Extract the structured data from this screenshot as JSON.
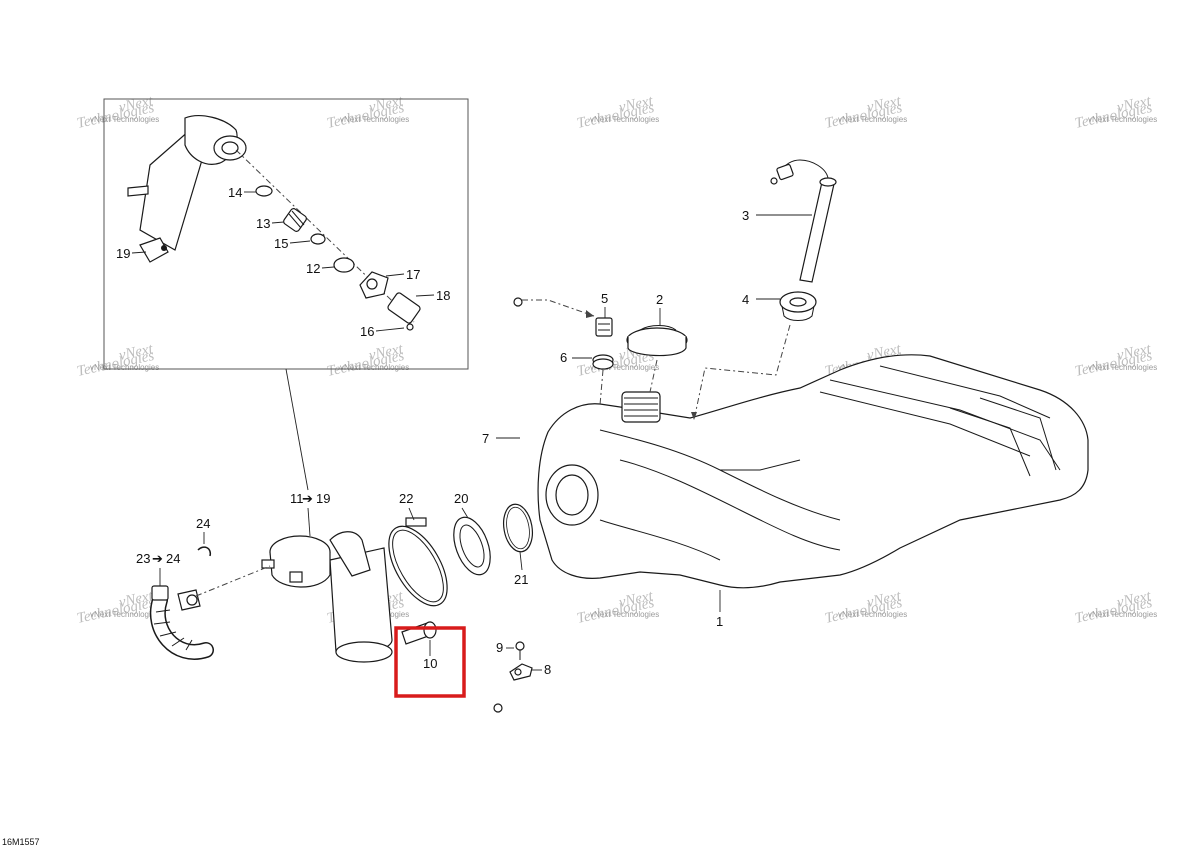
{
  "diagram": {
    "reference_code": "16M1557",
    "watermark_text_line1": "vNext",
    "watermark_text_line2": "Technologies",
    "watermark_full": "vNext Technologies",
    "highlight_color": "#d81b1b",
    "line_color": "#1a1a1a",
    "callouts": {
      "c1": "1",
      "c2": "2",
      "c3": "3",
      "c4": "4",
      "c5": "5",
      "c6": "6",
      "c7": "7",
      "c8": "8",
      "c9": "9",
      "c10": "10",
      "c11_19": "11",
      "c11_19b": "19",
      "c12": "12",
      "c13": "13",
      "c14": "14",
      "c15": "15",
      "c16": "16",
      "c17": "17",
      "c18": "18",
      "c19": "19",
      "c20": "20",
      "c21": "21",
      "c22": "22",
      "c23_24": "23",
      "c23_24b": "24",
      "c24": "24"
    },
    "highlighted_part": "10"
  }
}
